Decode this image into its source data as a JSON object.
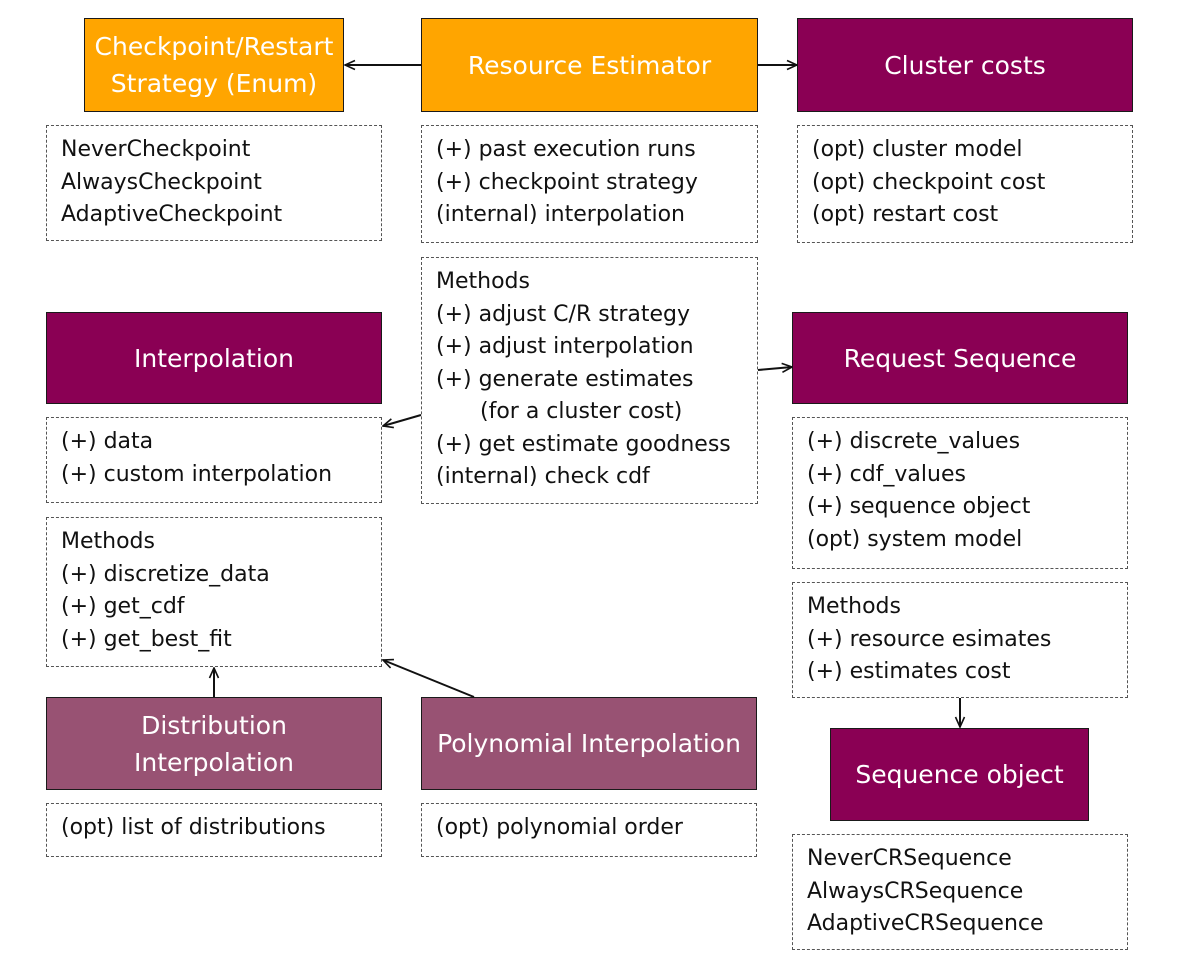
{
  "colors": {
    "primary": "#FFA500",
    "class": "#8A0054",
    "subclass": "#985273"
  },
  "checkpoint": {
    "title": [
      "Checkpoint/Restart",
      "Strategy (Enum)"
    ],
    "values": [
      "NeverCheckpoint",
      "AlwaysCheckpoint",
      "AdaptiveCheckpoint"
    ]
  },
  "estimator": {
    "title": "Resource Estimator",
    "attributes": [
      "(+) past execution runs",
      "(+) checkpoint strategy",
      "(internal) interpolation"
    ],
    "methods": {
      "label": "Methods",
      "items": [
        "(+) adjust C/R strategy",
        "(+) adjust interpolation",
        "(+) generate estimates",
        "(for a cluster cost)",
        "(+) get estimate goodness",
        "(internal) check cdf"
      ]
    }
  },
  "cluster": {
    "title": "Cluster costs",
    "attributes": [
      "(opt) cluster model",
      "(opt) checkpoint cost",
      "(opt) restart cost"
    ]
  },
  "interpolation": {
    "title": "Interpolation",
    "attributes": [
      "(+) data",
      "(+) custom interpolation"
    ],
    "methods": {
      "label": "Methods",
      "items": [
        "(+) discretize_data",
        "(+) get_cdf",
        "(+) get_best_fit"
      ]
    }
  },
  "request": {
    "title": "Request Sequence",
    "attributes": [
      "(+) discrete_values",
      "(+) cdf_values",
      "(+) sequence object",
      "(opt) system model"
    ],
    "methods": {
      "label": "Methods",
      "items": [
        "(+) resource esimates",
        "(+) estimates cost"
      ]
    }
  },
  "distribution": {
    "title": [
      "Distribution",
      "Interpolation"
    ],
    "attributes": [
      "(opt) list of distributions"
    ]
  },
  "polynomial": {
    "title": "Polynomial Interpolation",
    "attributes": [
      "(opt) polynomial order"
    ]
  },
  "sequence": {
    "title": "Sequence object",
    "values": [
      "NeverCRSequence",
      "AlwaysCRSequence",
      "AdaptiveCRSequence"
    ]
  }
}
